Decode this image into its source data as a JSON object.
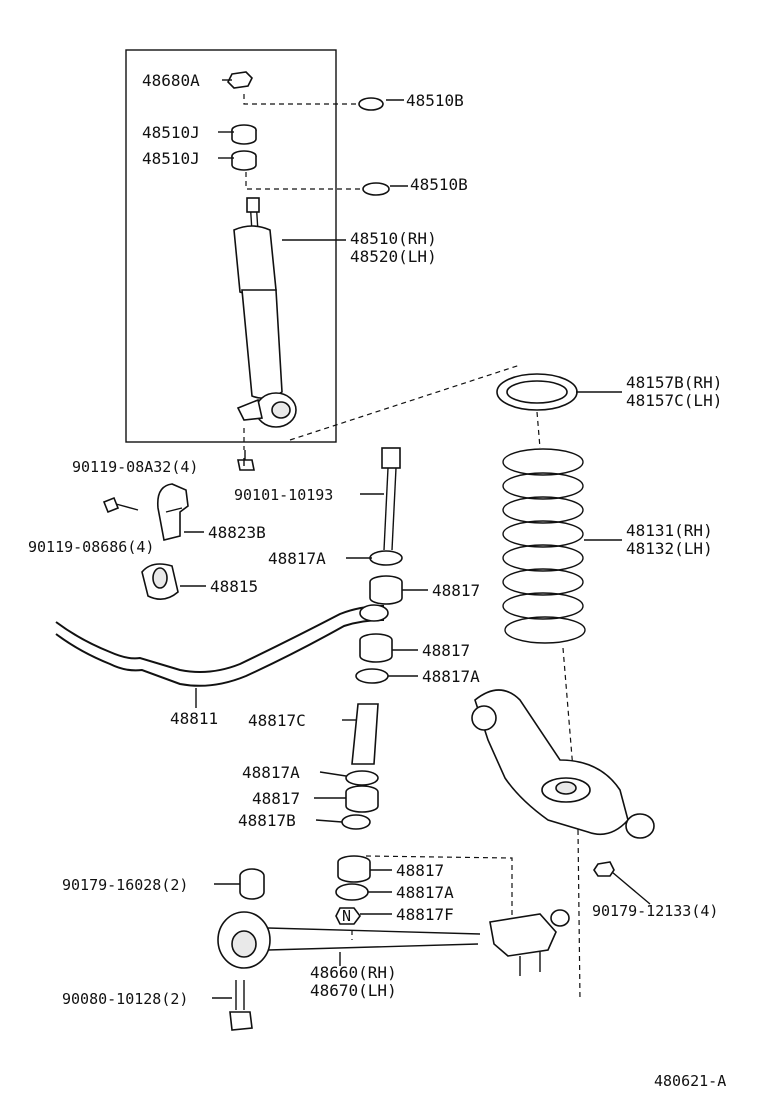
{
  "labels": {
    "p48680A": "48680A",
    "p48510B_1": "48510B",
    "p48510J_1": "48510J",
    "p48510J_2": "48510J",
    "p48510B_2": "48510B",
    "p48510RH": "48510(RH)",
    "p48520LH": "48520(LH)",
    "p48157B": "48157B(RH)",
    "p48157C": "48157C(LH)",
    "p90119_08A32": "90119-08A32(4)",
    "p90101_10193": "90101-10193",
    "p90119_08686": "90119-08686(4)",
    "p48823B": "48823B",
    "p48817A_1": "48817A",
    "p48817_1": "48817",
    "p48815": "48815",
    "p48131": "48131(RH)",
    "p48132": "48132(LH)",
    "p48817_2": "48817",
    "p48817A_2": "48817A",
    "p48811": "48811",
    "p48817C": "48817C",
    "p48817A_3": "48817A",
    "p48817_3": "48817",
    "p48817B": "48817B",
    "p90179_16028": "90179-16028(2)",
    "p48817_4": "48817",
    "p48817A_4": "48817A",
    "p48817F": "48817F",
    "p90179_12133": "90179-12133(4)",
    "p48660": "48660(RH)",
    "p48670": "48670(LH)",
    "p90080_10128": "90080-10128(2)",
    "diagram_id": "480621-A"
  }
}
